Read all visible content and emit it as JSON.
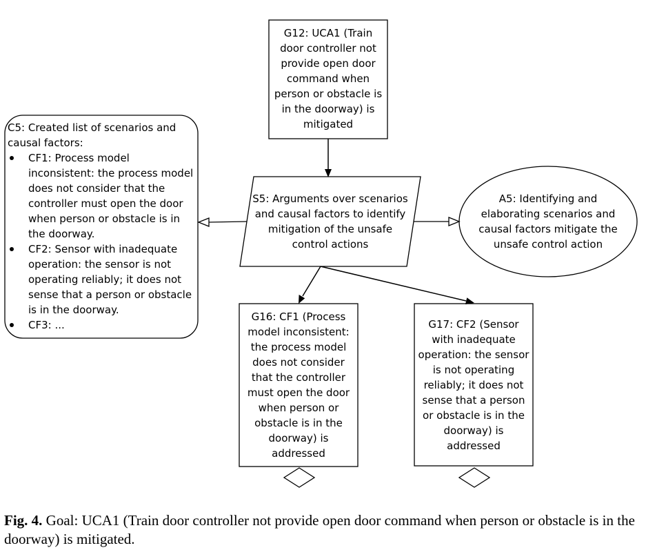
{
  "nodes": {
    "g12": "G12: UCA1 (Train\ndoor controller not\nprovide open door\ncommand when\nperson or obstacle is\nin the doorway) is\nmitigated",
    "c5": {
      "title": "C5: Created list of scenarios and causal factors:",
      "items": [
        "CF1: Process model inconsistent: the process model does not consider that the controller must open the door when person or obstacle  is in the doorway.",
        "CF2: Sensor with inadequate operation: the sensor is not operating reliably; it does not sense that a person or obstacle is in the doorway.",
        "CF3: ..."
      ]
    },
    "s5": "S5: Arguments over scenarios\nand causal factors to identify\nmitigation of the unsafe\ncontrol actions",
    "a5": "A5: Identifying and\nelaborating scenarios and\ncausal factors mitigate the\nunsafe control action",
    "g16": "G16: CF1 (Process\nmodel inconsistent:\nthe process model\ndoes not consider\nthat the controller\nmust open the door\nwhen person or\nobstacle  is in the\ndoorway) is\naddressed",
    "g17": "G17: CF2 (Sensor\nwith inadequate\noperation: the sensor\nis not operating\nreliably; it does not\nsense that a person\nor obstacle is in the\ndoorway)  is\naddressed"
  },
  "caption": {
    "label": "Fig. 4.",
    "text": " Goal: UCA1 (Train door controller not provide open door command when person or obstacle is in the doorway) is mitigated."
  }
}
